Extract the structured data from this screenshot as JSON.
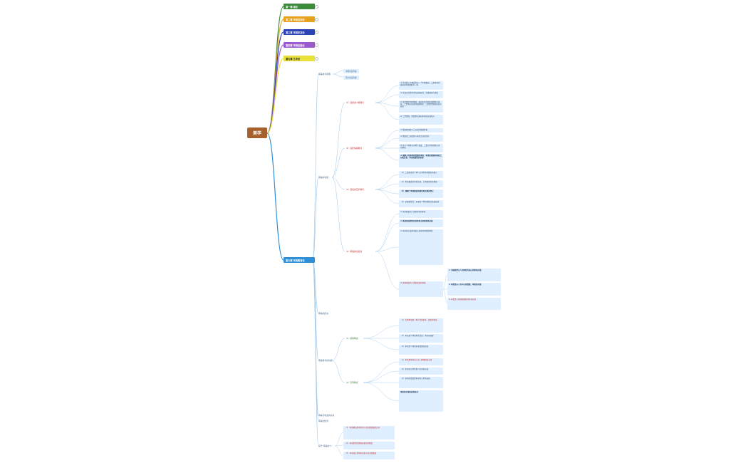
{
  "root": {
    "label": "美学"
  },
  "chapters": [
    {
      "label": "第一章 绪论",
      "color": "#3d8a3d"
    },
    {
      "label": "第二章 审美活动论",
      "color": "#e6a21f"
    },
    {
      "label": "第三章 审美形态论",
      "color": "#2a43b5"
    },
    {
      "label": "第四章 审美经验论",
      "color": "#9b59d0"
    },
    {
      "label": "第五章 艺术论",
      "color": "#e8e23a"
    },
    {
      "label": "第六章 审美教育论",
      "color": "#2f8fd8"
    }
  ],
  "ch6": {
    "subs": [
      "审美教育原理",
      "审美的功能",
      "审美的形态",
      "审美教育的功能",
      "审美与健康的关系",
      "审美的边界",
      "提升\"审美的人\""
    ],
    "principle_items": [
      "中国审美传统",
      "西方审美传统"
    ],
    "categories": [
      "（1）道德的人格教育",
      "（2）道德情感教育",
      "（3）道德的艺术教育",
      "（4）审美的创造性"
    ],
    "functions": [
      "（1）能够陶冶",
      "（2）引导教育"
    ],
    "cards_a": [
      "① 美育是心灵教育指向一个中枢概念，二是审美的真善美的情感统为一体",
      "② 美育对美是审美的实践形式，但是情感与理念",
      "③ 审美教育下的情感，通过审美活动实现情感与体验，二是审美活动的情感体现，二是感性情感的美的表达",
      "④ 二是情感，情感是认知和审美的价值意义"
    ],
    "cards_b": [
      "① 情感是经典与二元论的情感体现",
      "② 情感的二元情感与审美之间的关系",
      "③ 美与个体是在于两个维度，二是艺术的情感与美的体现",
      "④ 理解人的审美和情感的审美，审美和情感的体验之间的关系，审美是感性的表现"
    ],
    "cards_c": [
      "（1）二是审美的个体与艺术的审美教育的意义",
      "（2）审美教育的审美活动，艺术是审美的体现",
      "（3）理解了审美教育的理论和实践的意义",
      "（4）美是感性的，审美是个体的体验的表现形式"
    ],
    "cards_d": [
      "① 审美教育的人性是审美的本质",
      "② 审美的创造性包括审美主体和审美对象",
      "③ 审美的价值审美意义和审美的情感体验"
    ],
    "cards_e": [
      "（1）主体审美是一种人性的审美，是美的本质",
      "（2）审美是个体的审美活动，审美的情感",
      "（3）审美是个体的审美情感的表现"
    ],
    "cards_f": [
      "（1）审美是审美的人的一种体验的方式",
      "（2）审美的艺术性是人的审美价值",
      "（3）审美的情感是审美的艺术的表现",
      "审美的价值的表现形式"
    ],
    "cards_g": [
      "（1）审美教育是审美的人的全面发展的方向",
      "（2）审美是美的体现和审美的教育",
      "（3）审美和艺术的审美是人的全面发展"
    ],
    "right_cards": [
      "① 中国美是以人的体验为核心的审美价值",
      "② 审美是以人为中心的情感，审美的价值",
      "③ 审美是人的情感体验的审美价值"
    ]
  }
}
